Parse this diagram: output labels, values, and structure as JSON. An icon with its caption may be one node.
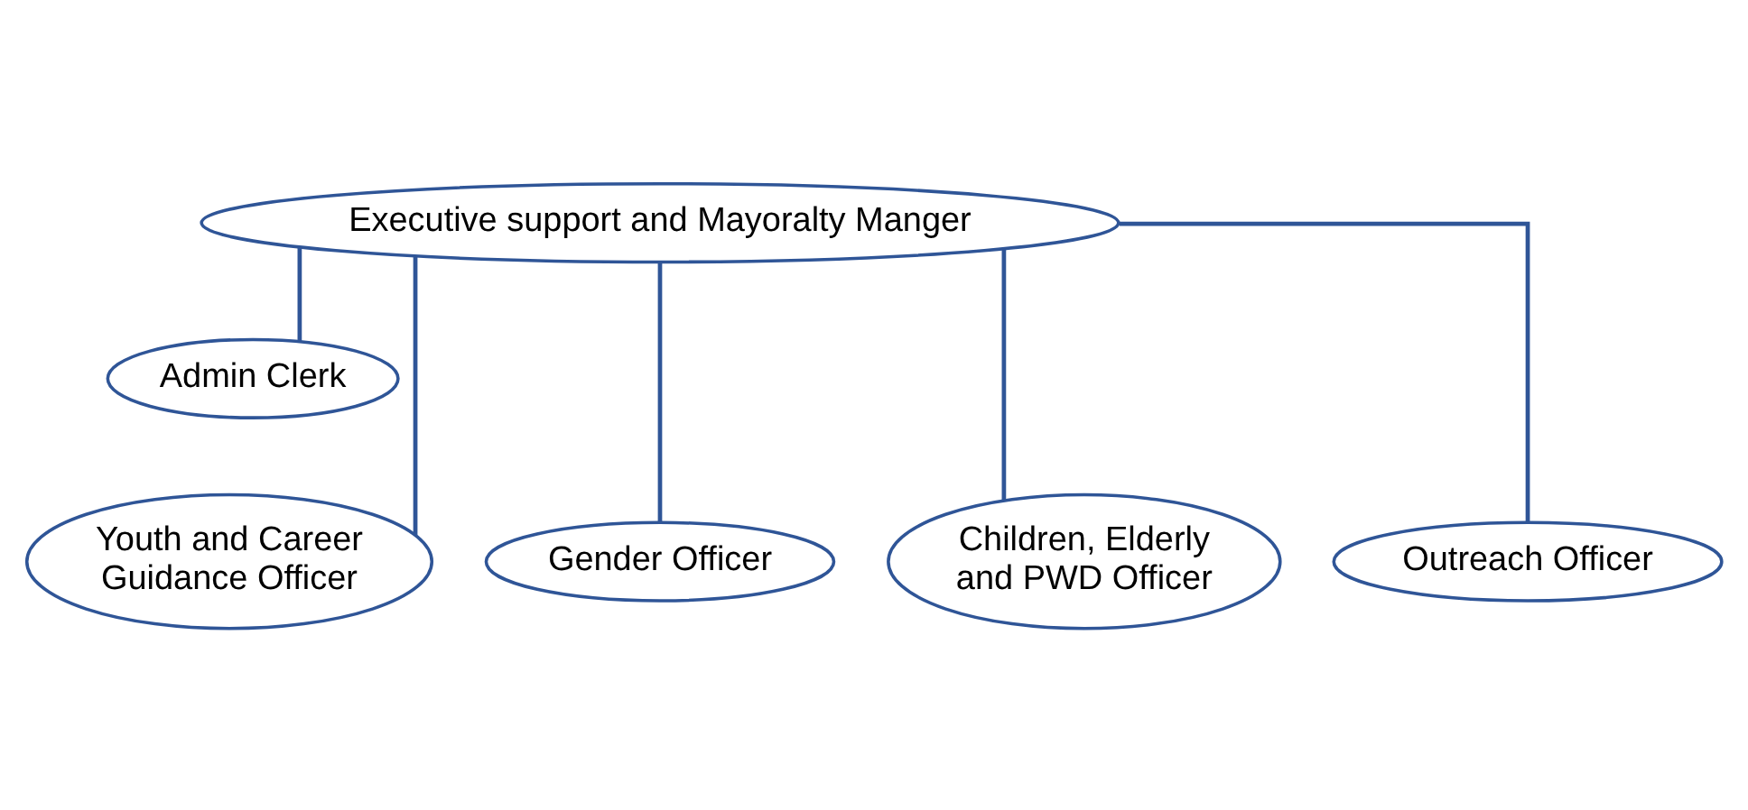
{
  "diagram": {
    "nodes": [
      {
        "text": [
          "Executive support and Mayoralty Manger"
        ]
      },
      {
        "text": [
          "Admin Clerk"
        ]
      },
      {
        "text": [
          "Youth and Career Guidance Officer"
        ]
      },
      {
        "text": [
          "Gender Officer"
        ]
      },
      {
        "text": [
          "Children, Elderly and PWD Officer"
        ]
      },
      {
        "text": [
          "Outreach Officer"
        ]
      }
    ],
    "edges": [
      {
        "from": 0,
        "to": 1,
        "arrow": "none"
      },
      {
        "from": 0,
        "to": 2,
        "arrow": "none"
      },
      {
        "from": 0,
        "to": 3,
        "arrow": "none"
      },
      {
        "from": 0,
        "to": 4,
        "arrow": "none"
      },
      {
        "from": 0,
        "to": 5,
        "arrow": "none"
      }
    ]
  }
}
